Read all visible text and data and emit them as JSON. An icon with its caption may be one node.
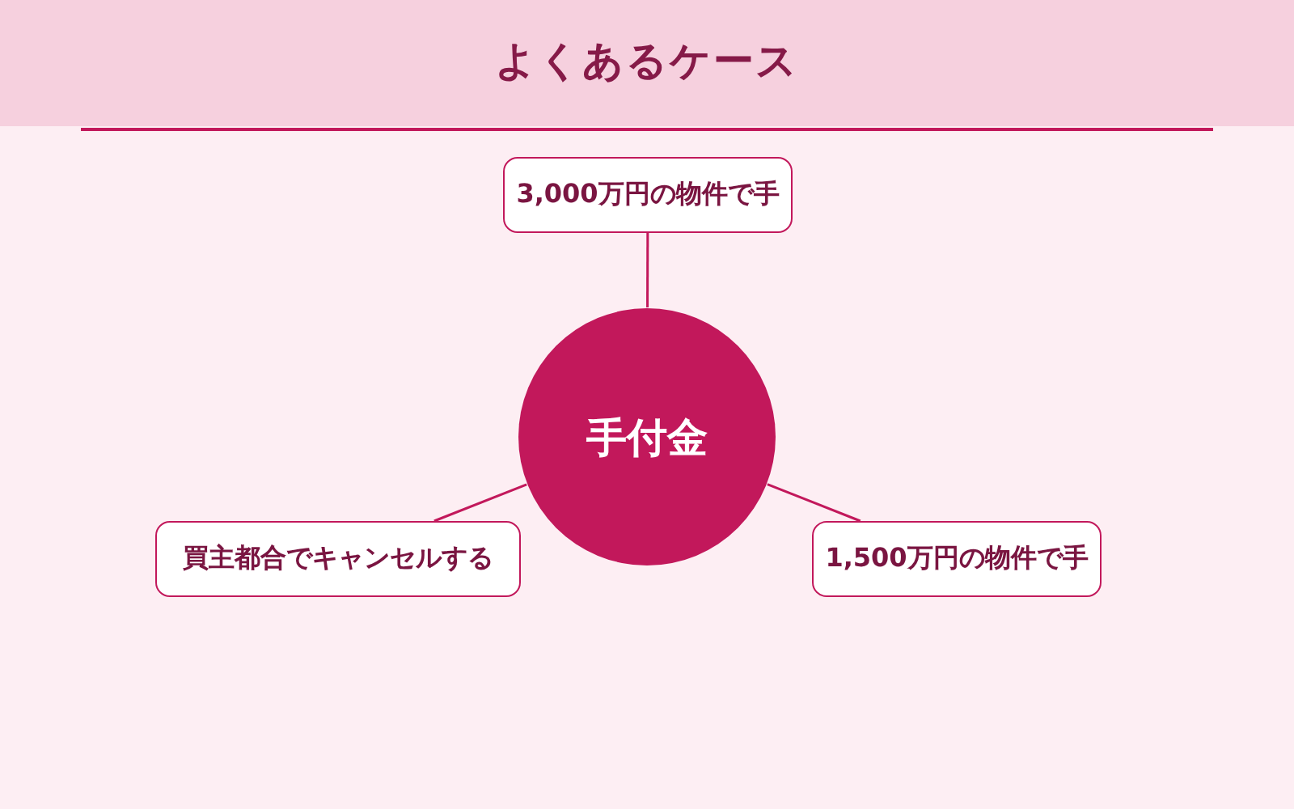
{
  "diagram": {
    "title": "よくあるケース",
    "nodes": [
      {
        "text": [
          "3,000万円の物件で手"
        ]
      },
      {
        "text": [
          "手付金"
        ]
      },
      {
        "text": [
          "買主都合でキャンセルする"
        ]
      },
      {
        "text": [
          "1,500万円の物件で手"
        ]
      }
    ],
    "edges": [
      {
        "from": 1,
        "to": 0,
        "arrow": "none"
      },
      {
        "from": 1,
        "to": 2,
        "arrow": "none"
      },
      {
        "from": 1,
        "to": 3,
        "arrow": "none"
      }
    ]
  }
}
